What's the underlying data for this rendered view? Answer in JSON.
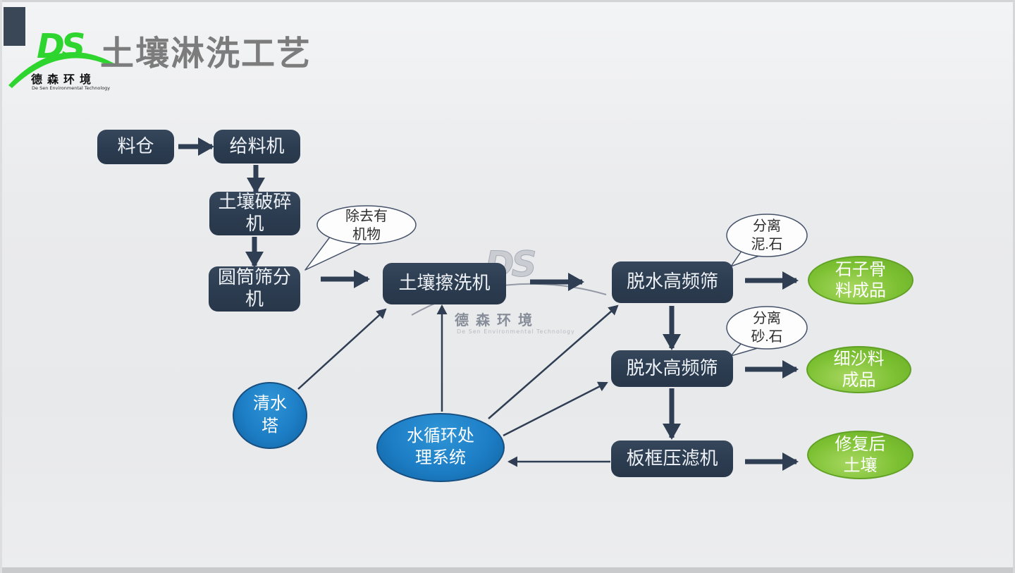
{
  "header": {
    "title": "土壤淋洗工艺",
    "logo": {
      "mark": "DS",
      "company": "德森环境",
      "tagline": "De Sen Environmental Technology"
    }
  },
  "watermark": {
    "mark": "DS",
    "company": "德森环境",
    "tagline": "De Sen Environmental Technology"
  },
  "flow": {
    "nodes": {
      "bin": "料仓",
      "feeder": "给料机",
      "crusher": "土壤破碎\n机",
      "drum_screen": "圆筒筛分\n机",
      "scrubber": "土壤擦洗机",
      "dewater_screen_1": "脱水高频筛",
      "dewater_screen_2": "脱水高频筛",
      "filter_press": "板框压滤机",
      "clean_water_tower": "清水\n塔",
      "water_recycle_system": "水循环处\n理系统",
      "stone_product": "石子骨\n料成品",
      "sand_product": "细沙料\n成品",
      "soil_product": "修复后\n土壤"
    },
    "callouts": {
      "remove_organics": "除去有\n机物",
      "separate_mud_stone": "分离\n泥.石",
      "separate_sand_stone": "分离\n砂.石"
    }
  },
  "colors": {
    "process_box": "#2d3c4f",
    "arrow": "#2f3e52",
    "product_green": "#7cc032",
    "water_blue": "#1d7ec6",
    "title_gray": "#7c7c7c",
    "logo_green": "#2ed52e",
    "background": "#eaebed"
  }
}
